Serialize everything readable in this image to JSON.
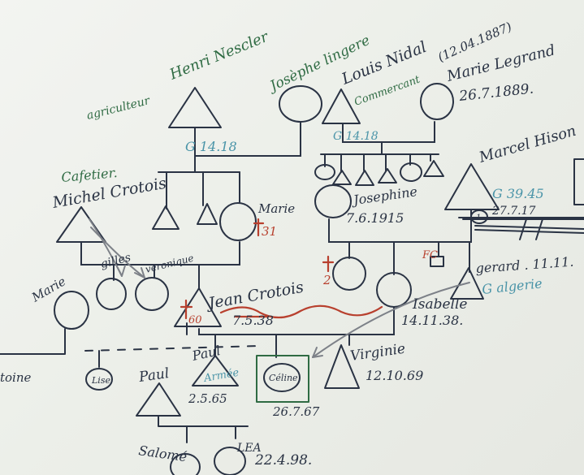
{
  "colors": {
    "ink": "#2a3344",
    "green": "#2f6b43",
    "teal": "#4a94a8",
    "red": "#b8402e",
    "grey": "#7d8188"
  },
  "labels": {
    "henri_occupation": "agriculteur",
    "henri_name": "Henri Nescler",
    "henri_g": "G 14.18",
    "josephe": "Josèphe lingere",
    "louis_name": "Louis Nidal",
    "louis_date": "(12.04.1887)",
    "louis_occupation": "Commercant",
    "louis_g": "G 14.18",
    "marie_legrand": "Marie Legrand",
    "marie_legrand_date": "26.7.1889.",
    "marcel": "Marcel Hison",
    "marcel_g": "G 39.45",
    "marcel_date": "27.7.17",
    "cafetier": "Cafetier.",
    "michel": "Michel Crotois",
    "marie_mid": "Marie",
    "marie_mid_death": "31",
    "josephine": "Josephine",
    "josephine_date": "7.6.1915",
    "gilles": "gilles",
    "veronique": "veronique",
    "fc": "FC",
    "gerard": "gerard . 11.11.",
    "gerard_g": "G algerie",
    "marie_left": "Marie",
    "jean": "Jean Crotois",
    "jean_death": "60",
    "jean_date": "7.5.38",
    "isabelle": "Isabelle",
    "isabelle_date": "14.11.38.",
    "two_mark": "2",
    "antoine": "toine",
    "lise": "Lise",
    "paul_left": "Paul",
    "paul_mid": "Paul",
    "armee": "Armée",
    "paul_date": "2.5.65",
    "celine": "Céline",
    "celine_date": "26.7.67",
    "virginie": "Virginie",
    "virginie_date": "12.10.69",
    "salome": "Salomé",
    "lea": "LEA",
    "lea_date": "22.4.98."
  }
}
